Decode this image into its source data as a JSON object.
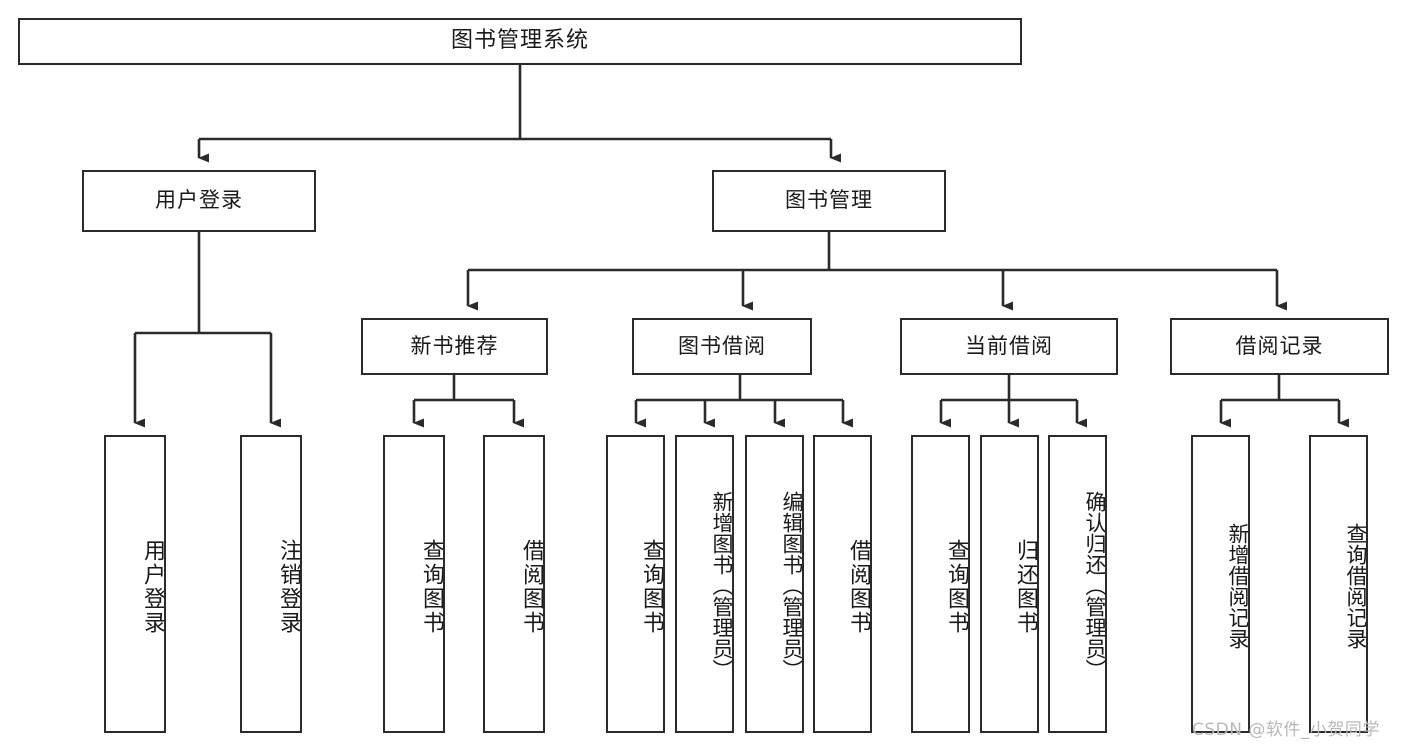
{
  "diagram": {
    "type": "hierarchy-tree",
    "title": "图书管理系统",
    "root": {
      "label": "图书管理系统"
    },
    "level2": [
      {
        "label": "用户登录"
      },
      {
        "label": "图书管理"
      }
    ],
    "level3": [
      {
        "label": "新书推荐"
      },
      {
        "label": "图书借阅"
      },
      {
        "label": "当前借阅"
      },
      {
        "label": "借阅记录"
      }
    ],
    "leaves": {
      "user_login": [
        {
          "label": "用户登录"
        },
        {
          "label": "注销登录"
        }
      ],
      "new_book_recommend": [
        {
          "label": "查询图书"
        },
        {
          "label": "借阅图书"
        }
      ],
      "book_borrow": [
        {
          "label": "查询图书"
        },
        {
          "label": "新增图书（管理员）"
        },
        {
          "label": "编辑图书（管理员）"
        },
        {
          "label": "借阅图书"
        }
      ],
      "current_borrow": [
        {
          "label": "查询图书"
        },
        {
          "label": "归还图书"
        },
        {
          "label": "确认归还（管理员）"
        }
      ],
      "borrow_records": [
        {
          "label": "新增借阅记录"
        },
        {
          "label": "查询借阅记录"
        }
      ]
    }
  },
  "watermark": {
    "text": "CSDN @软件_小贺同学"
  },
  "colors": {
    "stroke": "#2b2b2b",
    "background": "#ffffff",
    "text": "#1a1a1a",
    "watermark": "#b9b9b9"
  }
}
